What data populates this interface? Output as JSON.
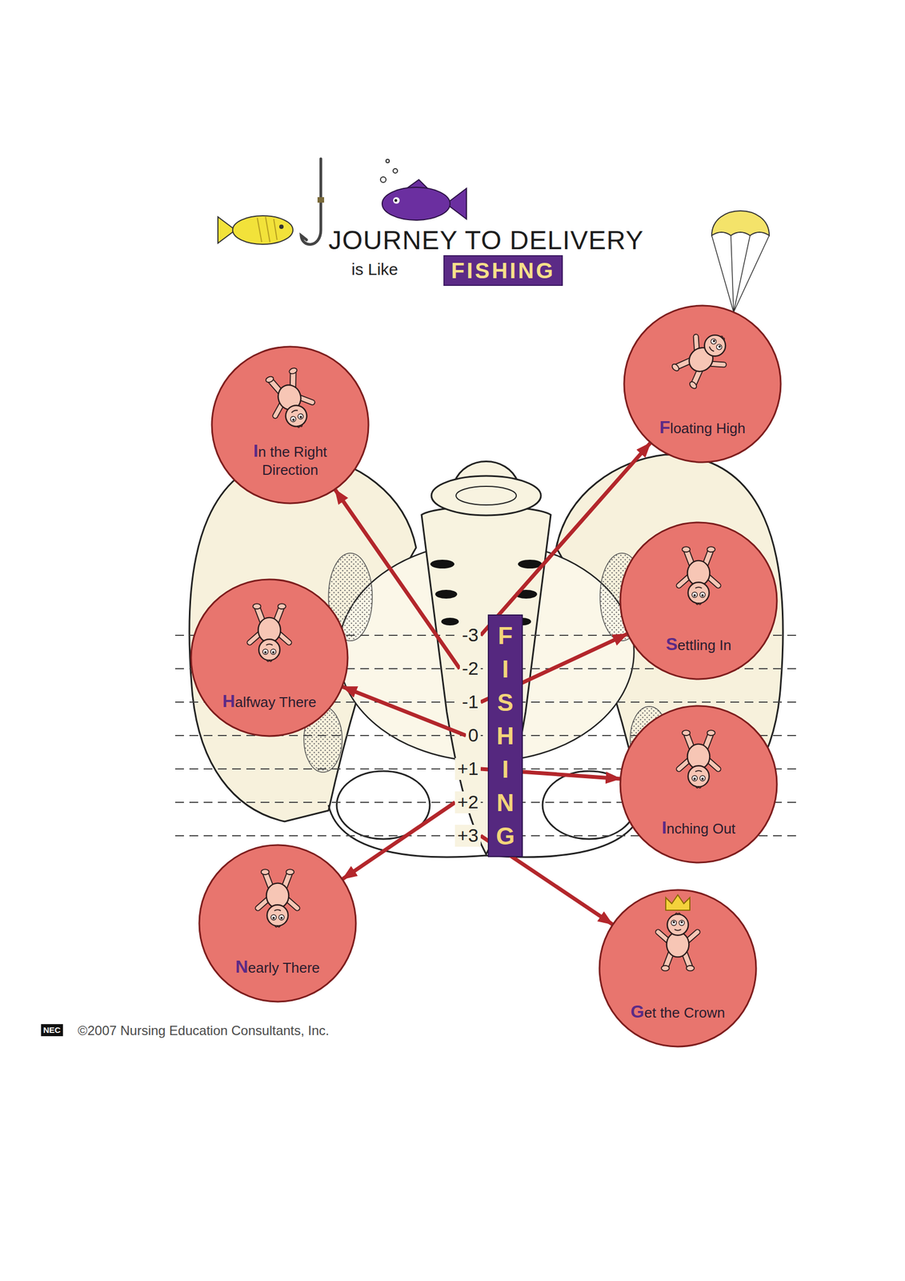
{
  "diagram": {
    "title": "JOURNEY TO DELIVERY",
    "nodes": [
      {
        "text": [
          "FISHING"
        ]
      },
      {
        "text": [
          "-3"
        ]
      },
      {
        "text": [
          "-2"
        ]
      },
      {
        "text": [
          "-1"
        ]
      },
      {
        "text": [
          "0"
        ]
      },
      {
        "text": [
          "+1"
        ]
      },
      {
        "text": [
          "+2"
        ]
      },
      {
        "text": [
          "+3"
        ]
      },
      {
        "text": [
          "Floating High"
        ]
      },
      {
        "text": [
          "In the Right Direction"
        ]
      },
      {
        "text": [
          "Settling In"
        ]
      },
      {
        "text": [
          "Halfway There"
        ]
      },
      {
        "text": [
          "Inching Out"
        ]
      },
      {
        "text": [
          "Nearly There"
        ]
      },
      {
        "text": [
          "Get the Crown"
        ]
      }
    ],
    "edges": [
      {
        "from": 1,
        "to": 8,
        "arrow": "to"
      },
      {
        "from": 2,
        "to": 9,
        "arrow": "to"
      },
      {
        "from": 3,
        "to": 10,
        "arrow": "to"
      },
      {
        "from": 4,
        "to": 11,
        "arrow": "to"
      },
      {
        "from": 5,
        "to": 12,
        "arrow": "to"
      },
      {
        "from": 6,
        "to": 13,
        "arrow": "to"
      },
      {
        "from": 7,
        "to": 14,
        "arrow": "to"
      }
    ],
    "labels": [
      "is Like",
      "FISHING",
      "NEC",
      "©2007 Nursing Education Consultants, Inc."
    ]
  }
}
